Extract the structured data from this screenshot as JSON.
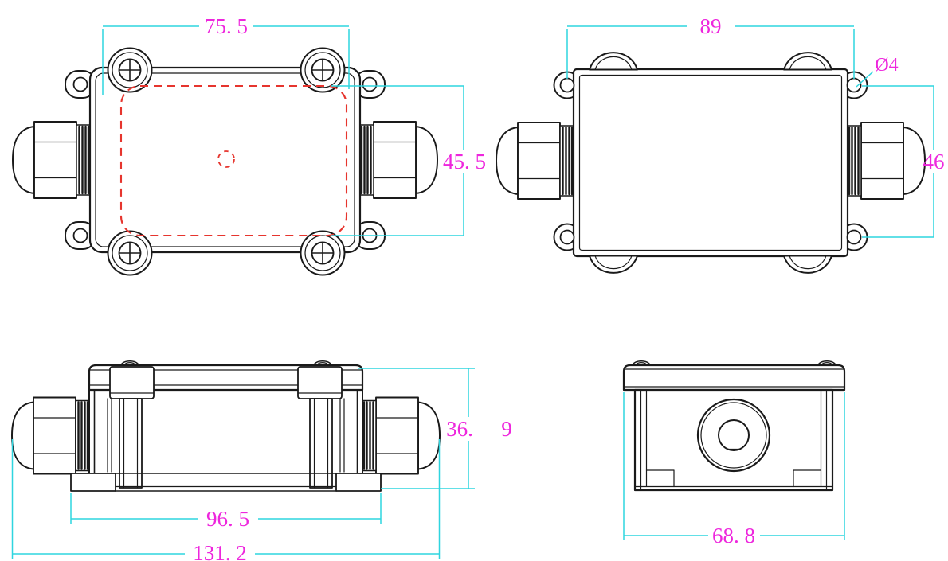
{
  "drawing": {
    "type": "engineering-orthographic-views",
    "subject": "waterproof cable-gland junction box",
    "colors": {
      "outline": "#1a1a1a",
      "dimension_line": "#2fd5df",
      "dimension_text": "#ee26dd",
      "seal_line": "#e6352e",
      "background": "#ffffff"
    },
    "views": {
      "top_view": {
        "name": "top view (lid with screws and gasket)",
        "dimensions": {
          "lid_width": "75. 5",
          "gasket_height": "45. 5"
        }
      },
      "bottom_view": {
        "name": "bottom view (mounting holes)",
        "dimensions": {
          "hole_span_width": "89",
          "hole_diameter": "Ø4",
          "hole_span_height": "46"
        }
      },
      "side_view": {
        "name": "front/side view",
        "dimensions": {
          "height_whole": "36.",
          "height_tenths": "9",
          "base_width": "96. 5",
          "overall_length": "131. 2"
        }
      },
      "end_view": {
        "name": "end view (gland face)",
        "dimensions": {
          "overall_width": "68. 8"
        }
      }
    }
  }
}
